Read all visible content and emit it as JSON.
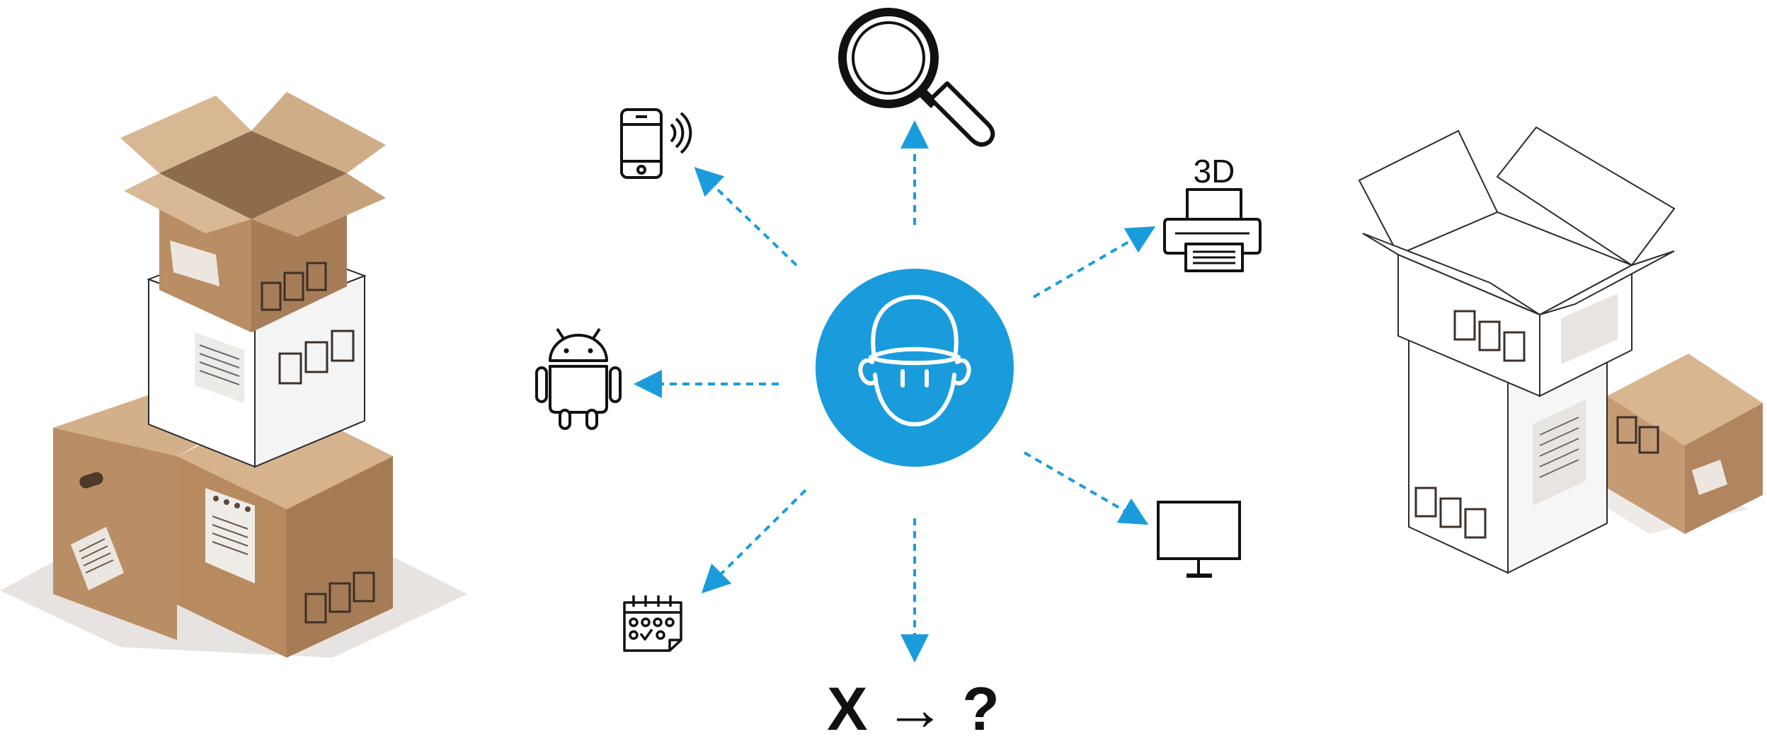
{
  "diagram": {
    "center": {
      "icon": "worker-cap-face-icon"
    },
    "spokes": [
      {
        "id": "inspect",
        "icon": "magnifying-glass-icon",
        "label": ""
      },
      {
        "id": "mobile",
        "icon": "smartphone-wireless-icon",
        "label": ""
      },
      {
        "id": "printer",
        "icon": "3d-printer-icon",
        "label": "3D"
      },
      {
        "id": "android",
        "icon": "android-icon",
        "label": ""
      },
      {
        "id": "monitor",
        "icon": "desktop-monitor-icon",
        "label": ""
      },
      {
        "id": "calendar",
        "icon": "calendar-check-icon",
        "label": ""
      },
      {
        "id": "unknown",
        "icon": "x-arrow-question-icon",
        "label": "X → ?"
      }
    ]
  },
  "illustrations": {
    "left": "stacked-cardboard-boxes",
    "right": "outlined-unpacked-boxes"
  },
  "colors": {
    "accent": "#1a9cdc",
    "icon": "#111111",
    "cardboard": "#c9a27a",
    "cardboard_dark": "#a57c55",
    "white_box": "#ffffff",
    "shadow": "#e6e2df"
  }
}
